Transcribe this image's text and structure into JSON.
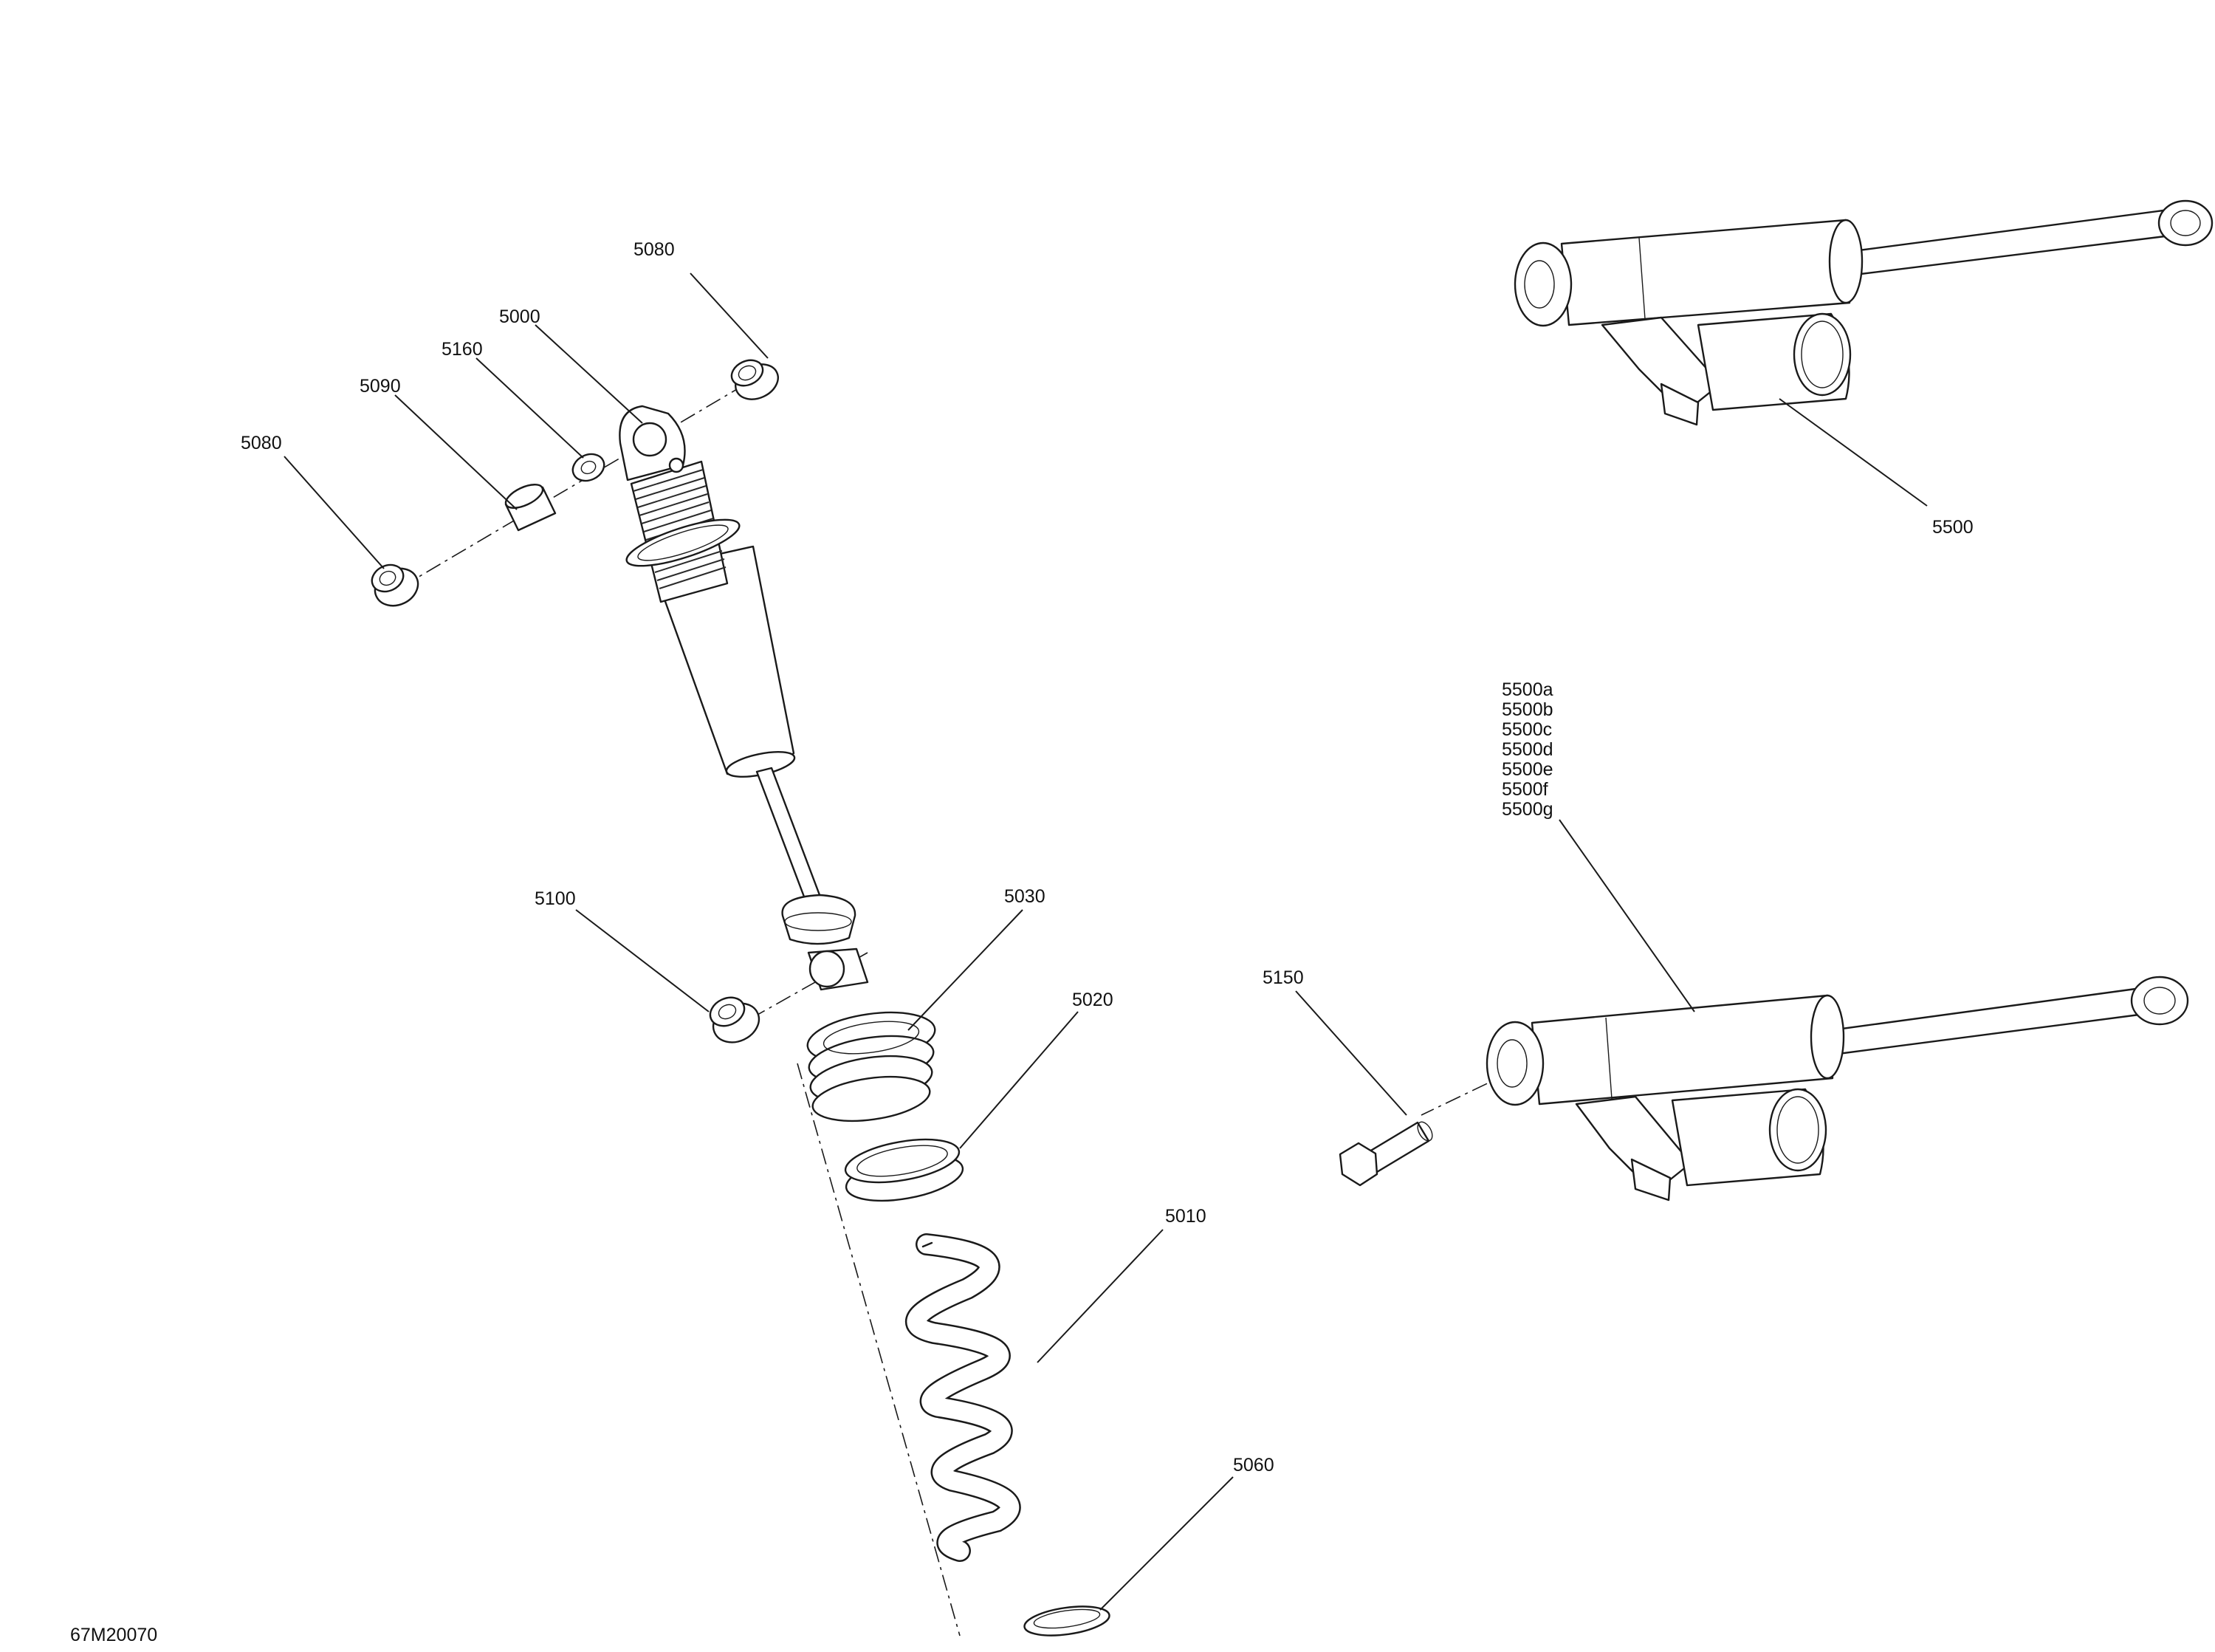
{
  "figure_code": "67M20070",
  "labels": {
    "p5080_top": "5080",
    "p5000": "5000",
    "p5160": "5160",
    "p5090": "5090",
    "p5080_left": "5080",
    "p5100": "5100",
    "p5030": "5030",
    "p5020": "5020",
    "p5010": "5010",
    "p5060": "5060",
    "p5500": "5500",
    "p5150": "5150",
    "p5500_variants": [
      "5500a",
      "5500b",
      "5500c",
      "5500d",
      "5500e",
      "5500f",
      "5500g"
    ]
  }
}
